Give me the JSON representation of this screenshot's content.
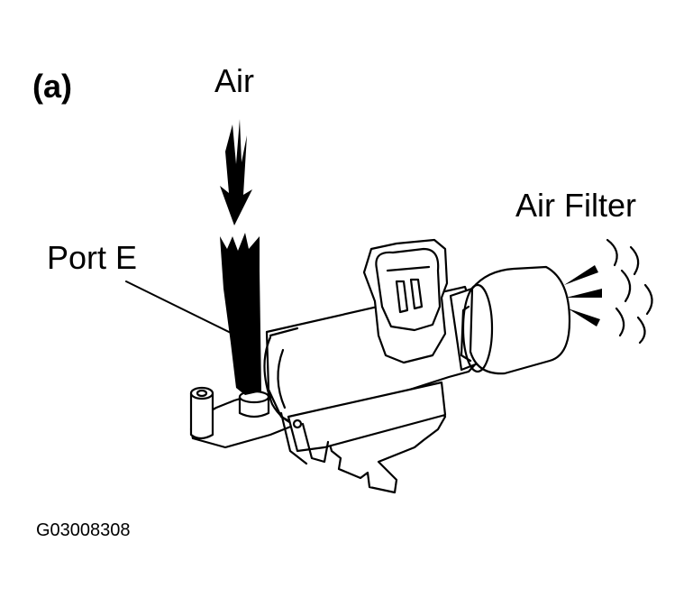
{
  "labels": {
    "panel": "(a)",
    "air": "Air",
    "air_filter": "Air Filter",
    "port_e": "Port E",
    "figure_id": "G03008308"
  },
  "colors": {
    "ink": "#000000",
    "paper": "#ffffff"
  }
}
